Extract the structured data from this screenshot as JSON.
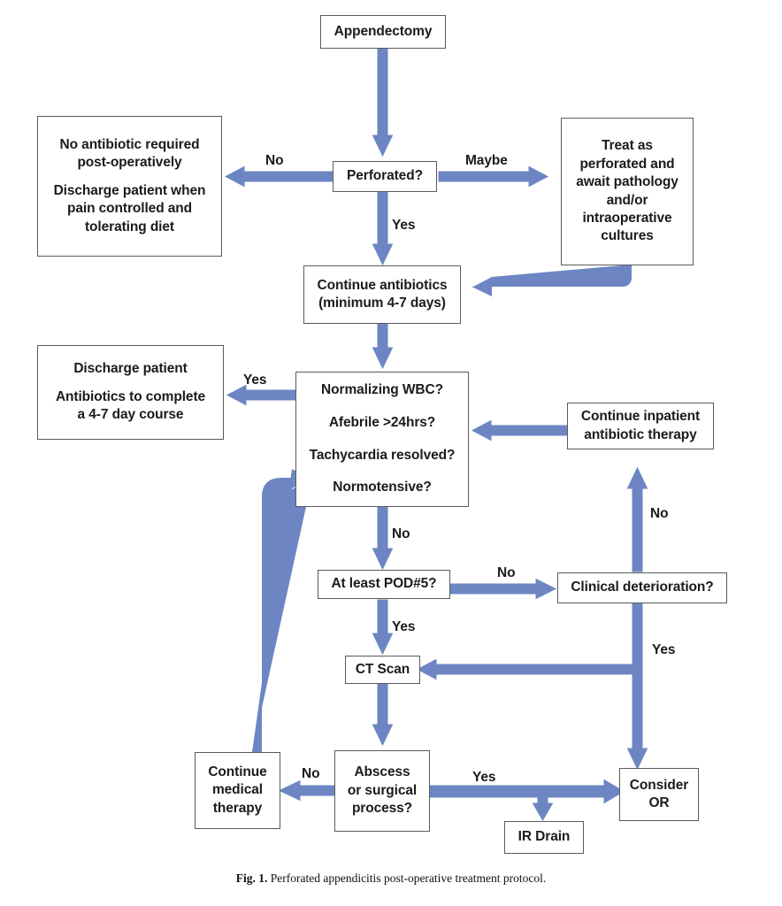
{
  "figure": {
    "caption_prefix": "Fig. 1.",
    "caption_text": "Perforated appendicitis post-operative treatment protocol.",
    "arrow_color": "#6d86c3",
    "box_border_color": "#5a5a5a",
    "text_color": "#1b1b1b",
    "background": "#ffffff"
  },
  "nodes": {
    "appendectomy": {
      "label": "Appendectomy"
    },
    "no_antibiotic": {
      "line1": "No antibiotic required",
      "line2": "post-operatively",
      "line3": "Discharge patient when",
      "line4": "pain controlled and",
      "line5": "tolerating diet"
    },
    "perforated": {
      "label": "Perforated?"
    },
    "treat_as_perforated": {
      "line1": "Treat as",
      "line2": "perforated and",
      "line3": "await pathology",
      "line4": "and/or",
      "line5": "intraoperative",
      "line6": "cultures"
    },
    "continue_antibiotics": {
      "line1": "Continue antibiotics",
      "line2": "(minimum 4-7 days)"
    },
    "discharge_patient": {
      "line1": "Discharge patient",
      "line2": "Antibiotics to complete",
      "line3": "a 4-7 day course"
    },
    "criteria": {
      "line1": "Normalizing WBC?",
      "line2": "Afebrile >24hrs?",
      "line3": "Tachycardia resolved?",
      "line4": "Normotensive?"
    },
    "continue_inpatient": {
      "line1": "Continue inpatient",
      "line2": "antibiotic therapy"
    },
    "pod5": {
      "label": "At least POD#5?"
    },
    "clinical_deterioration": {
      "label": "Clinical deterioration?"
    },
    "ct_scan": {
      "label": "CT Scan"
    },
    "continue_medical": {
      "line1": "Continue",
      "line2": "medical",
      "line3": "therapy"
    },
    "abscess": {
      "line1": "Abscess",
      "line2": "or surgical",
      "line3": "process?"
    },
    "ir_drain": {
      "label": "IR Drain"
    },
    "consider_or": {
      "line1": "Consider",
      "line2": "OR"
    }
  },
  "edge_labels": {
    "perforated_no": "No",
    "perforated_maybe": "Maybe",
    "perforated_yes": "Yes",
    "criteria_yes": "Yes",
    "criteria_no": "No",
    "pod5_no": "No",
    "pod5_yes": "Yes",
    "deterioration_no": "No",
    "deterioration_yes": "Yes",
    "abscess_no": "No",
    "abscess_yes": "Yes"
  }
}
